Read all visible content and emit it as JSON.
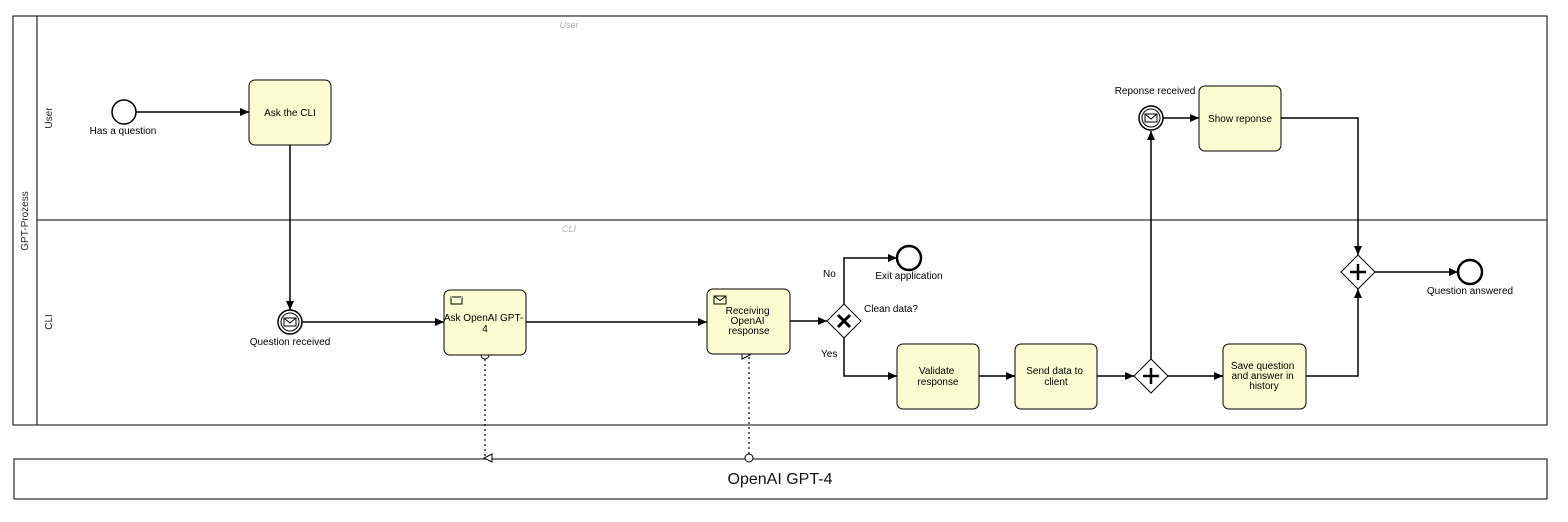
{
  "pool": {
    "name": "GPT-Prozess",
    "lanes": [
      {
        "name": "User",
        "watermark": "User"
      },
      {
        "name": "CLI",
        "watermark": "CLI"
      }
    ]
  },
  "external_pool": {
    "name": "OpenAI GPT-4"
  },
  "events": {
    "start": "Has a question",
    "question_received": "Question received",
    "exit": "Exit application",
    "response_received": "Reponse received",
    "end": "Question answered"
  },
  "tasks": {
    "ask_cli": [
      "Ask the CLI"
    ],
    "ask_openai": [
      "Ask OpenAI GPT-",
      "4"
    ],
    "receiving": [
      "Receiving",
      "OpenAI",
      "response"
    ],
    "validate": [
      "Validate",
      "response"
    ],
    "send_data": [
      "Send data to",
      "client"
    ],
    "save": [
      "Save question",
      "and answer in",
      "history"
    ],
    "show": [
      "Show reponse"
    ]
  },
  "gateways": {
    "clean_data": "Clean data?",
    "no_label": "No",
    "yes_label": "Yes"
  }
}
